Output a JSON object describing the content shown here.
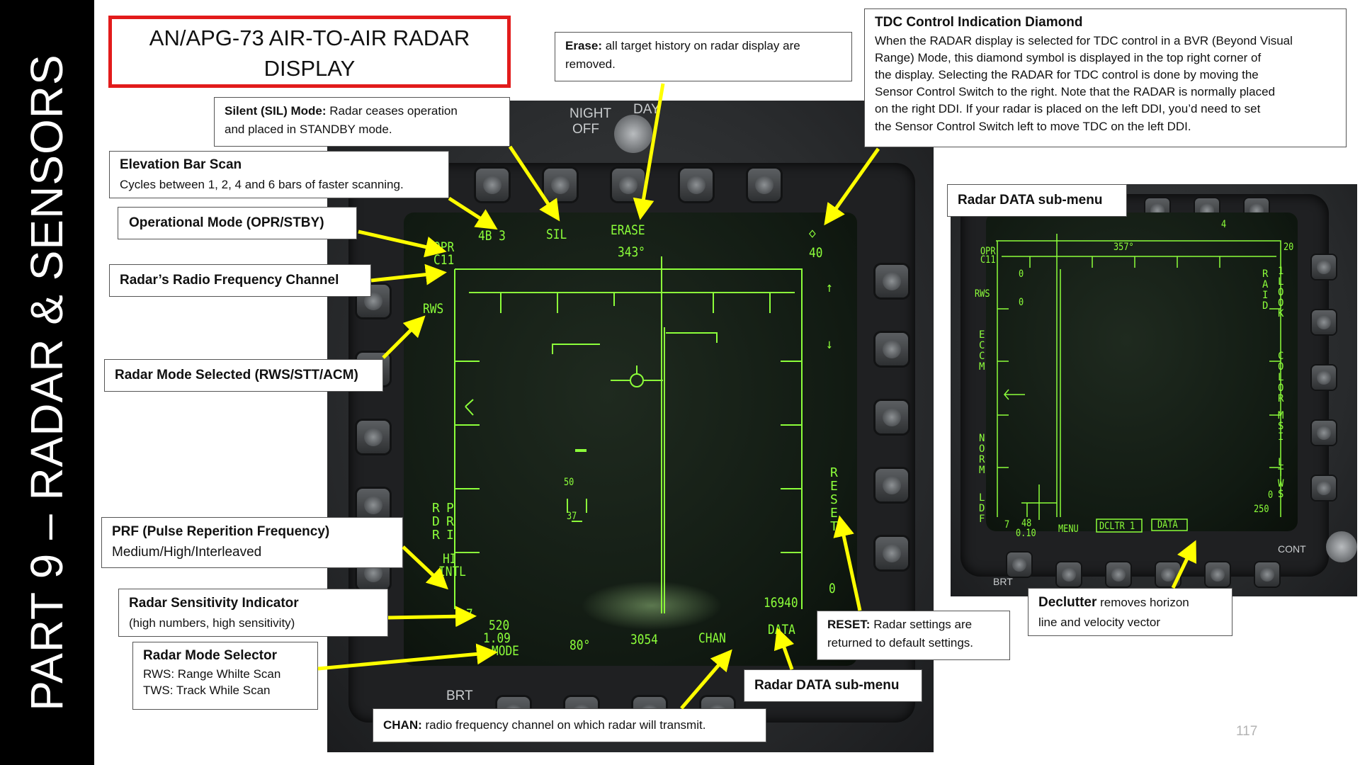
{
  "sidebar": {
    "title": "PART 9 – RADAR & SENSORS"
  },
  "slide_title": {
    "line1": "AN/APG-73 AIR-TO-AIR RADAR",
    "line2": "DISPLAY"
  },
  "page_number": "117",
  "callouts": {
    "silent": {
      "title": "Silent (SIL) Mode:",
      "text": " Radar ceases operation",
      "line2": "and placed in STANDBY mode."
    },
    "elevation": {
      "title": "Elevation Bar Scan",
      "text": "Cycles between 1, 2, 4 and 6 bars of faster scanning."
    },
    "operational": {
      "title": "Operational Mode (OPR/STBY)"
    },
    "channel": {
      "title": "Radar’s Radio Frequency Channel"
    },
    "mode_selected": {
      "title": "Radar Mode Selected (RWS/STT/ACM)"
    },
    "prf": {
      "title": "PRF (Pulse Reperition Frequency)",
      "text": "Medium/High/Interleaved"
    },
    "sensitivity": {
      "title": "Radar Sensitivity Indicator",
      "text": "(high numbers, high sensitivity)"
    },
    "mode_selector": {
      "title": "Radar Mode Selector",
      "line1": "RWS: Range Whilte Scan",
      "line2": "TWS: Track While Scan"
    },
    "chan": {
      "title": "CHAN:",
      "text": " radio frequency channel on which radar will transmit."
    },
    "data_sub": {
      "title": "Radar DATA sub-menu"
    },
    "reset": {
      "title": "RESET:",
      "text": " Radar settings are",
      "line2": "returned to default settings."
    },
    "erase": {
      "title": "Erase:",
      "text": " all target history on radar display are",
      "line2": "removed."
    },
    "tdc": {
      "title": "TDC Control Indication Diamond",
      "lines": [
        "When the RADAR display is selected for TDC control in a BVR (Beyond Visual",
        "Range) Mode, this diamond symbol is displayed in the top right corner of",
        "the display. Selecting the RADAR for TDC control is done by moving the",
        "Sensor Control Switch to the right. Note that the RADAR is normally placed",
        "on the right DDI.  If your radar is placed on the left DDI, you’d need to set",
        "the Sensor Control Switch left to move TDC on the left DDI."
      ]
    },
    "data_sub_right": {
      "title": "Radar DATA sub-menu"
    },
    "declutter": {
      "title": "Declutter",
      "text": " removes horizon",
      "line2": "line and velocity vector"
    }
  },
  "main_display": {
    "bars": "4B 3",
    "sil": "SIL",
    "erase": "ERASE",
    "diamond": "◇",
    "heading": "343°",
    "range": "40",
    "opr": "OPR",
    "chan_code": "C11",
    "rws": "RWS",
    "up_arrow": "↑",
    "down_arrow": "↓",
    "prf_col1": "R\nD\nR",
    "prf_col2": "P\nR\nI",
    "hi": "HI",
    "intl": "INTL",
    "sensitivity": "7",
    "reset": "R\nE\nS\nE\nT",
    "zero": "0",
    "altitude": "16940",
    "speed1": "520",
    "speed2": "1.09",
    "mode": "MODE",
    "azimuth": "80°",
    "value3054": "3054",
    "chan": "CHAN",
    "data": "DATA",
    "target_top": "50",
    "target_bottom": "37",
    "night": "NIGHT",
    "day": "DAY",
    "off": "OFF",
    "brt": "BRT",
    "cont": "CONT"
  },
  "data_display": {
    "top_value": "4",
    "opr": "OPR",
    "chan_code": "C11",
    "heading": "357°",
    "range": "20",
    "rws": "RWS",
    "eccm": "E\nC\nC\nM",
    "norm": "N\nO\nR\nM",
    "ldf": "L\nD\nF",
    "raid": "R\nA\nI\nD",
    "look": "1\nL\nO\nO\nK",
    "color": "C\nO\nL\nO\nR",
    "msi": "M\nS\nI",
    "ltws": "L\nT\nW\nS",
    "zero_a": "0",
    "zero_b": "0",
    "zero_r": "0",
    "bottom_range": "250",
    "seven": "7",
    "speed_a": "48",
    "speed_b": "0.10",
    "menu": "MENU",
    "dclttr": "DCLTR 1",
    "data": "DATA",
    "brt": "BRT",
    "cont": "CONT"
  },
  "colors": {
    "symbology": "#8cff3a",
    "arrow": "#ffff00",
    "title_border": "#e21b1b",
    "sidebar": "#000000"
  }
}
